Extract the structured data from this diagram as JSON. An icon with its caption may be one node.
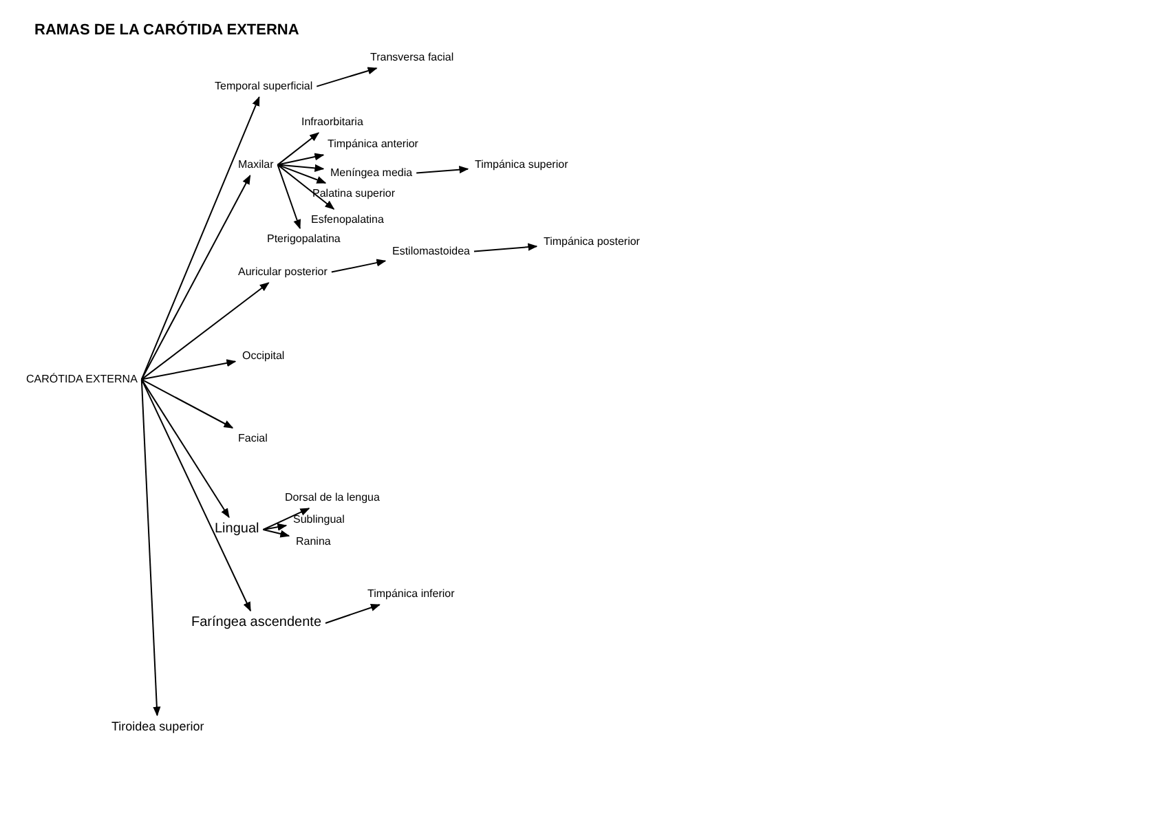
{
  "diagram": {
    "title": "RAMAS DE LA CARÓTIDA EXTERNA",
    "nodes": [
      {
        "text": [
          "CARÓTIDA EXTERNA"
        ]
      },
      {
        "text": [
          "Temporal superficial"
        ]
      },
      {
        "text": [
          "Transversa facial"
        ]
      },
      {
        "text": [
          "Maxilar"
        ]
      },
      {
        "text": [
          "Infraorbitaria"
        ]
      },
      {
        "text": [
          "Timpánica anterior"
        ]
      },
      {
        "text": [
          "Meníngea media"
        ]
      },
      {
        "text": [
          "Timpánica superior"
        ]
      },
      {
        "text": [
          "Palatina superior"
        ]
      },
      {
        "text": [
          "Esfenopalatina"
        ]
      },
      {
        "text": [
          "Pterigopalatina"
        ]
      },
      {
        "text": [
          "Auricular posterior"
        ]
      },
      {
        "text": [
          "Estilomastoidea"
        ]
      },
      {
        "text": [
          "Timpánica posterior"
        ]
      },
      {
        "text": [
          "Occipital"
        ]
      },
      {
        "text": [
          "Facial"
        ]
      },
      {
        "text": [
          "Lingual"
        ]
      },
      {
        "text": [
          "Dorsal de la lengua"
        ]
      },
      {
        "text": [
          "Sublingual"
        ]
      },
      {
        "text": [
          "Ranina"
        ]
      },
      {
        "text": [
          "Faríngea ascendente"
        ]
      },
      {
        "text": [
          "Timpánica inferior"
        ]
      },
      {
        "text": [
          "Tiroidea superior"
        ]
      }
    ],
    "edges": [
      {
        "from": 0,
        "to": 1,
        "arrow": "to"
      },
      {
        "from": 1,
        "to": 2,
        "arrow": "to"
      },
      {
        "from": 0,
        "to": 3,
        "arrow": "to"
      },
      {
        "from": 3,
        "to": 4,
        "arrow": "to"
      },
      {
        "from": 3,
        "to": 5,
        "arrow": "to"
      },
      {
        "from": 3,
        "to": 6,
        "arrow": "to"
      },
      {
        "from": 6,
        "to": 7,
        "arrow": "to"
      },
      {
        "from": 3,
        "to": 8,
        "arrow": "to"
      },
      {
        "from": 3,
        "to": 9,
        "arrow": "to"
      },
      {
        "from": 3,
        "to": 10,
        "arrow": "to"
      },
      {
        "from": 0,
        "to": 11,
        "arrow": "to"
      },
      {
        "from": 11,
        "to": 12,
        "arrow": "to"
      },
      {
        "from": 12,
        "to": 13,
        "arrow": "to"
      },
      {
        "from": 0,
        "to": 14,
        "arrow": "to"
      },
      {
        "from": 0,
        "to": 15,
        "arrow": "to"
      },
      {
        "from": 0,
        "to": 16,
        "arrow": "to"
      },
      {
        "from": 16,
        "to": 17,
        "arrow": "to"
      },
      {
        "from": 16,
        "to": 18,
        "arrow": "to"
      },
      {
        "from": 16,
        "to": 19,
        "arrow": "to"
      },
      {
        "from": 0,
        "to": 20,
        "arrow": "to"
      },
      {
        "from": 20,
        "to": 21,
        "arrow": "to"
      },
      {
        "from": 0,
        "to": 22,
        "arrow": "to"
      }
    ]
  }
}
